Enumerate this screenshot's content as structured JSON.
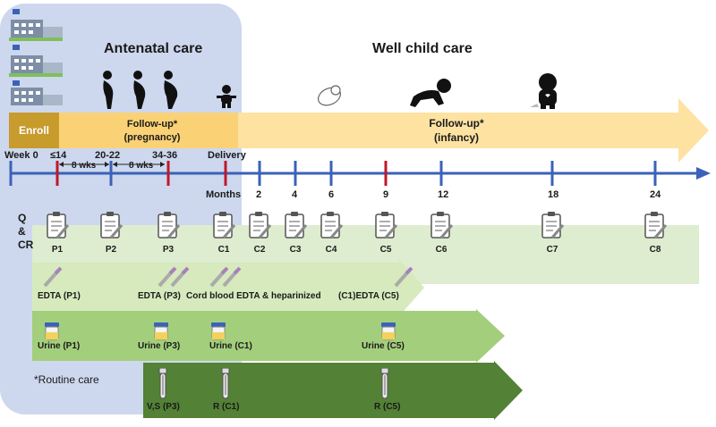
{
  "titles": {
    "antenatal": "Antenatal care",
    "well_child": "Well child care"
  },
  "enroll_label": "Enroll",
  "follow_up_pregnancy": [
    "Follow-up*",
    "(pregnancy)"
  ],
  "follow_up_infancy": [
    "Follow-up*",
    "(infancy)"
  ],
  "timeline": {
    "week0": "Week 0",
    "wk14": "≤14",
    "wk20": "20-22",
    "wk34": "34-36",
    "delivery": "Delivery",
    "interval1": "8 wks",
    "interval2": "8 wks",
    "months_label": "Months",
    "months": [
      "2",
      "4",
      "6",
      "9",
      "12",
      "18",
      "24"
    ]
  },
  "qcr_label": [
    "Q",
    "&",
    "CR"
  ],
  "visits": [
    "P1",
    "P2",
    "P3",
    "C1",
    "C2",
    "C3",
    "C4",
    "C5",
    "C6",
    "C7",
    "C8"
  ],
  "blood": {
    "p1": "EDTA (P1)",
    "p3": "EDTA (P3)",
    "cord": "Cord blood EDTA & heparinized",
    "c5": "(C1)EDTA (C5)"
  },
  "urine": {
    "p1": "Urine (P1)",
    "p3": "Urine (P3)",
    "c1": "Urine (C1)",
    "c5": "Urine (C5)"
  },
  "swab": {
    "p3": "V,S (P3)",
    "c1": "R (C1)",
    "c5": "R (C5)"
  },
  "routine_note": "*Routine care",
  "colors": {
    "antenatal_bg": "#cdd8ee",
    "timeline": "#3a62b8",
    "red_tick": "#c0172a",
    "follow_up_arrow": "#fde2a2",
    "enroll": "#c79b2c",
    "qcr_band": "#deeccf",
    "blood_arrow": "#d6eabd",
    "urine_arrow": "#a3ce7c",
    "swab_arrow": "#538135"
  },
  "icons": [
    "hospital-icon",
    "pregnant-woman-icon",
    "newborn-icon",
    "crawling-baby-icon",
    "toddler-icon",
    "clipboard-icon",
    "blood-tube-icon",
    "urine-cup-icon",
    "swab-tube-icon"
  ]
}
